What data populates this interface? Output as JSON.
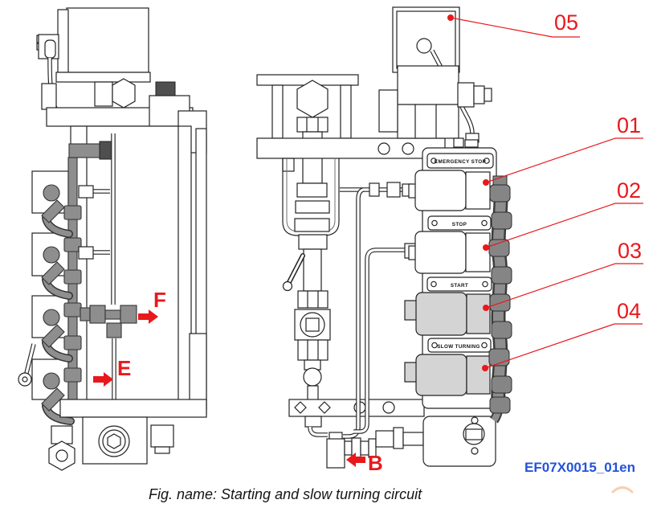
{
  "figure": {
    "caption": "Fig. name: Starting and slow turning circuit",
    "doc_code": "EF07X0015_01en"
  },
  "panel": {
    "plates": [
      "EMERGENCY STOP",
      "STOP",
      "START",
      "SLOW TURNING"
    ]
  },
  "callouts": {
    "n1": "01",
    "n2": "02",
    "n3": "03",
    "n4": "04",
    "n5": "05"
  },
  "arrows": {
    "f": "F",
    "e": "E",
    "b": "B"
  },
  "colors": {
    "callout_red": "#e8191d",
    "doc_code_blue": "#2353d8",
    "drawing_line": "#222222",
    "fitting_gray": "#8e8e8e",
    "button_gray": "#d4d4d4",
    "background": "#ffffff"
  }
}
